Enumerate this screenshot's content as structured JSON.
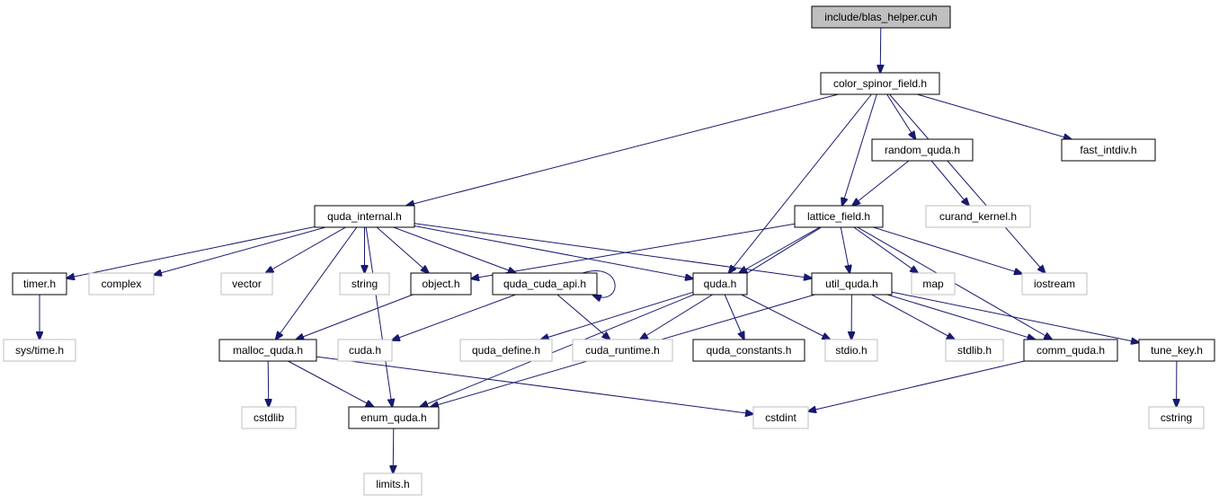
{
  "colors": {
    "edge": "#191970",
    "node_border": "#000000",
    "node_border_missing": "#bfbfbf",
    "node_fill": "#ffffff",
    "root_fill": "#bfbfbf",
    "text": "#000000"
  },
  "nodes": [
    {
      "id": "blas_helper",
      "label": "include/blas_helper.cuh",
      "style": "root"
    },
    {
      "id": "color_spinor_field",
      "label": "color_spinor_field.h",
      "style": "documented"
    },
    {
      "id": "random_quda",
      "label": "random_quda.h",
      "style": "documented"
    },
    {
      "id": "fast_intdiv",
      "label": "fast_intdiv.h",
      "style": "documented"
    },
    {
      "id": "quda_internal",
      "label": "quda_internal.h",
      "style": "documented"
    },
    {
      "id": "lattice_field",
      "label": "lattice_field.h",
      "style": "documented"
    },
    {
      "id": "curand_kernel",
      "label": "curand_kernel.h",
      "style": "missing"
    },
    {
      "id": "timer",
      "label": "timer.h",
      "style": "documented"
    },
    {
      "id": "complex",
      "label": "complex",
      "style": "missing"
    },
    {
      "id": "vector",
      "label": "vector",
      "style": "missing"
    },
    {
      "id": "string",
      "label": "string",
      "style": "missing"
    },
    {
      "id": "object",
      "label": "object.h",
      "style": "documented"
    },
    {
      "id": "quda_cuda_api",
      "label": "quda_cuda_api.h",
      "style": "documented"
    },
    {
      "id": "quda",
      "label": "quda.h",
      "style": "documented"
    },
    {
      "id": "util_quda",
      "label": "util_quda.h",
      "style": "documented"
    },
    {
      "id": "map",
      "label": "map",
      "style": "missing"
    },
    {
      "id": "iostream",
      "label": "iostream",
      "style": "missing"
    },
    {
      "id": "sys_time",
      "label": "sys/time.h",
      "style": "missing"
    },
    {
      "id": "malloc_quda",
      "label": "malloc_quda.h",
      "style": "documented"
    },
    {
      "id": "cuda",
      "label": "cuda.h",
      "style": "missing"
    },
    {
      "id": "quda_define",
      "label": "quda_define.h",
      "style": "missing"
    },
    {
      "id": "cuda_runtime",
      "label": "cuda_runtime.h",
      "style": "missing"
    },
    {
      "id": "quda_constants",
      "label": "quda_constants.h",
      "style": "documented"
    },
    {
      "id": "stdio",
      "label": "stdio.h",
      "style": "missing"
    },
    {
      "id": "stdlib",
      "label": "stdlib.h",
      "style": "missing"
    },
    {
      "id": "comm_quda",
      "label": "comm_quda.h",
      "style": "documented"
    },
    {
      "id": "tune_key",
      "label": "tune_key.h",
      "style": "documented"
    },
    {
      "id": "cstdlib",
      "label": "cstdlib",
      "style": "missing"
    },
    {
      "id": "enum_quda",
      "label": "enum_quda.h",
      "style": "documented"
    },
    {
      "id": "cstdint",
      "label": "cstdint",
      "style": "missing"
    },
    {
      "id": "cstring",
      "label": "cstring",
      "style": "missing"
    },
    {
      "id": "limits",
      "label": "limits.h",
      "style": "missing"
    }
  ],
  "edges": [
    {
      "from": "blas_helper",
      "to": "color_spinor_field"
    },
    {
      "from": "color_spinor_field",
      "to": "quda_internal"
    },
    {
      "from": "color_spinor_field",
      "to": "quda"
    },
    {
      "from": "color_spinor_field",
      "to": "lattice_field"
    },
    {
      "from": "color_spinor_field",
      "to": "random_quda"
    },
    {
      "from": "color_spinor_field",
      "to": "iostream"
    },
    {
      "from": "color_spinor_field",
      "to": "fast_intdiv"
    },
    {
      "from": "random_quda",
      "to": "lattice_field"
    },
    {
      "from": "random_quda",
      "to": "curand_kernel"
    },
    {
      "from": "quda_internal",
      "to": "timer"
    },
    {
      "from": "quda_internal",
      "to": "complex"
    },
    {
      "from": "quda_internal",
      "to": "vector"
    },
    {
      "from": "quda_internal",
      "to": "string"
    },
    {
      "from": "quda_internal",
      "to": "object"
    },
    {
      "from": "quda_internal",
      "to": "quda_cuda_api"
    },
    {
      "from": "quda_internal",
      "to": "quda"
    },
    {
      "from": "quda_internal",
      "to": "util_quda"
    },
    {
      "from": "quda_internal",
      "to": "malloc_quda"
    },
    {
      "from": "quda_internal",
      "to": "enum_quda"
    },
    {
      "from": "lattice_field",
      "to": "object"
    },
    {
      "from": "lattice_field",
      "to": "quda"
    },
    {
      "from": "lattice_field",
      "to": "util_quda"
    },
    {
      "from": "lattice_field",
      "to": "map"
    },
    {
      "from": "lattice_field",
      "to": "iostream"
    },
    {
      "from": "lattice_field",
      "to": "cuda_runtime"
    },
    {
      "from": "lattice_field",
      "to": "comm_quda"
    },
    {
      "from": "timer",
      "to": "sys_time"
    },
    {
      "from": "object",
      "to": "malloc_quda"
    },
    {
      "from": "quda_cuda_api",
      "to": "quda_cuda_api"
    },
    {
      "from": "quda_cuda_api",
      "to": "cuda"
    },
    {
      "from": "quda_cuda_api",
      "to": "cuda_runtime"
    },
    {
      "from": "quda",
      "to": "quda_define"
    },
    {
      "from": "quda",
      "to": "quda_constants"
    },
    {
      "from": "quda",
      "to": "stdio"
    },
    {
      "from": "quda",
      "to": "enum_quda"
    },
    {
      "from": "util_quda",
      "to": "stdio"
    },
    {
      "from": "util_quda",
      "to": "stdlib"
    },
    {
      "from": "util_quda",
      "to": "comm_quda"
    },
    {
      "from": "util_quda",
      "to": "tune_key"
    },
    {
      "from": "util_quda",
      "to": "enum_quda"
    },
    {
      "from": "malloc_quda",
      "to": "cstdlib"
    },
    {
      "from": "malloc_quda",
      "to": "enum_quda"
    },
    {
      "from": "malloc_quda",
      "to": "cstdint"
    },
    {
      "from": "comm_quda",
      "to": "cstdint"
    },
    {
      "from": "tune_key",
      "to": "cstring"
    },
    {
      "from": "enum_quda",
      "to": "limits"
    }
  ]
}
